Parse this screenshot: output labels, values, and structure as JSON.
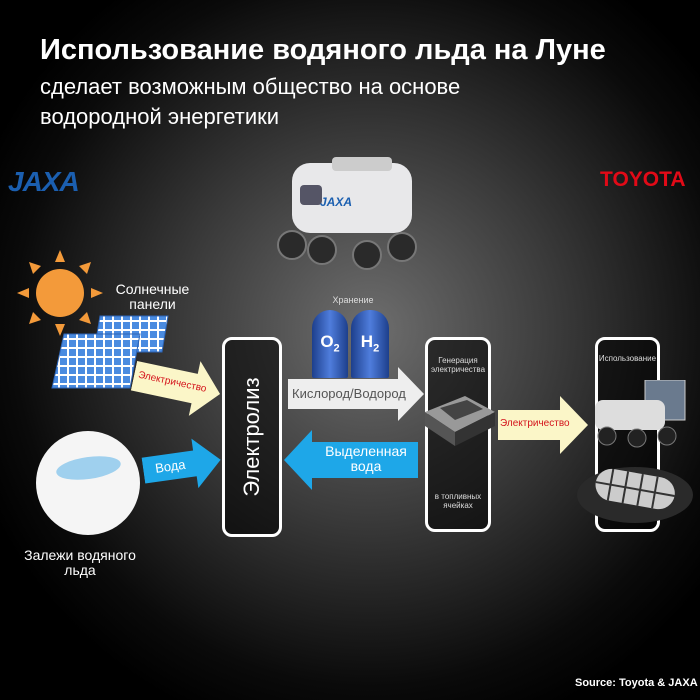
{
  "header": {
    "title": "Использование водяного льда на Луне",
    "subtitle": "сделает возможным общество на основе водородной энергетики"
  },
  "logos": {
    "jaxa": "JAXA",
    "toyota": "TOYOTA",
    "rover_badge": "JAXA"
  },
  "sources": {
    "solar_label": "Солнечные панели",
    "ice_label": "Залежи водяного льда"
  },
  "arrows": {
    "electricity_1": "Электричество",
    "water": "Вода",
    "oxygen_hydrogen": "Кислород/Водород",
    "released_water": "Выделенная вода",
    "electricity_2": "Электричество"
  },
  "electrolysis": {
    "label": "Электролиз"
  },
  "storage": {
    "label": "Хранение",
    "tank_o2": "O",
    "tank_o2_sub": "2",
    "tank_h2": "H",
    "tank_h2_sub": "2"
  },
  "fuel_cell": {
    "top_label": "Генерация электричества",
    "bottom_label": "в топливных ячейках"
  },
  "usage": {
    "label": "Использование"
  },
  "footer": {
    "source": "Source: Toyota & JAXA"
  },
  "colors": {
    "blue_arrow": "#1ea7e8",
    "cream_arrow": "#fbf6c8",
    "red_text": "#d4141c",
    "sun": "#f39a3a",
    "panel": "#4a8be0"
  }
}
